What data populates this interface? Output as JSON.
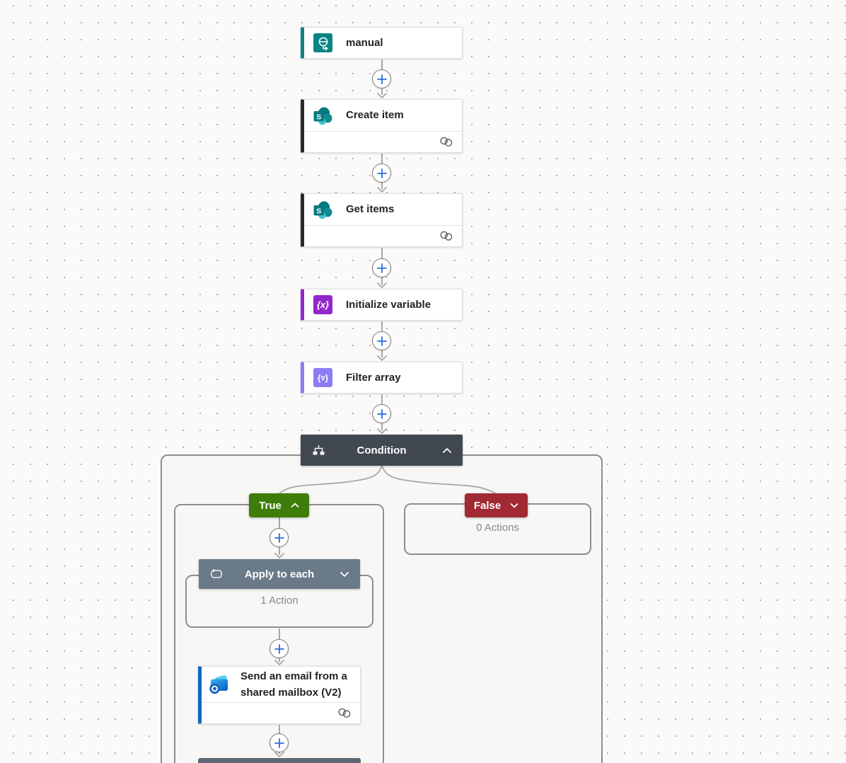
{
  "flow": {
    "trigger": {
      "title": "manual"
    },
    "actions": {
      "create_item": {
        "title": "Create item"
      },
      "get_items": {
        "title": "Get items"
      },
      "initialize_variable": {
        "title": "Initialize variable",
        "icon_label": "{x}"
      },
      "filter_array": {
        "title": "Filter array",
        "icon_label": "{▿}"
      },
      "condition": {
        "title": "Condition"
      },
      "apply_to_each": {
        "title": "Apply to each",
        "action_count": "1 Action"
      },
      "send_email": {
        "title_line1": "Send an email from a",
        "title_line2": "shared mailbox (V2)"
      }
    },
    "branches": {
      "true": {
        "label": "True"
      },
      "false": {
        "label": "False",
        "action_count": "0 Actions"
      }
    },
    "icons": {
      "sharepoint_letter": "S"
    }
  },
  "colors": {
    "canvas_bg": "#fbfaf9",
    "manual_accent": "#0a8387",
    "sharepoint_accent": "#2b2a29",
    "variable_accent": "#9426cd",
    "filter_accent": "#8b7cf5",
    "outlook_accent": "#1267c1",
    "condition_header_bg": "#414851",
    "apply_header_bg": "#6b7a89",
    "true_badge_bg": "#3e7d0a",
    "false_badge_bg": "#a12934",
    "plus_icon": "#2b6de0",
    "connector_line": "#a9a7a5",
    "container_border": "#908e8c"
  }
}
